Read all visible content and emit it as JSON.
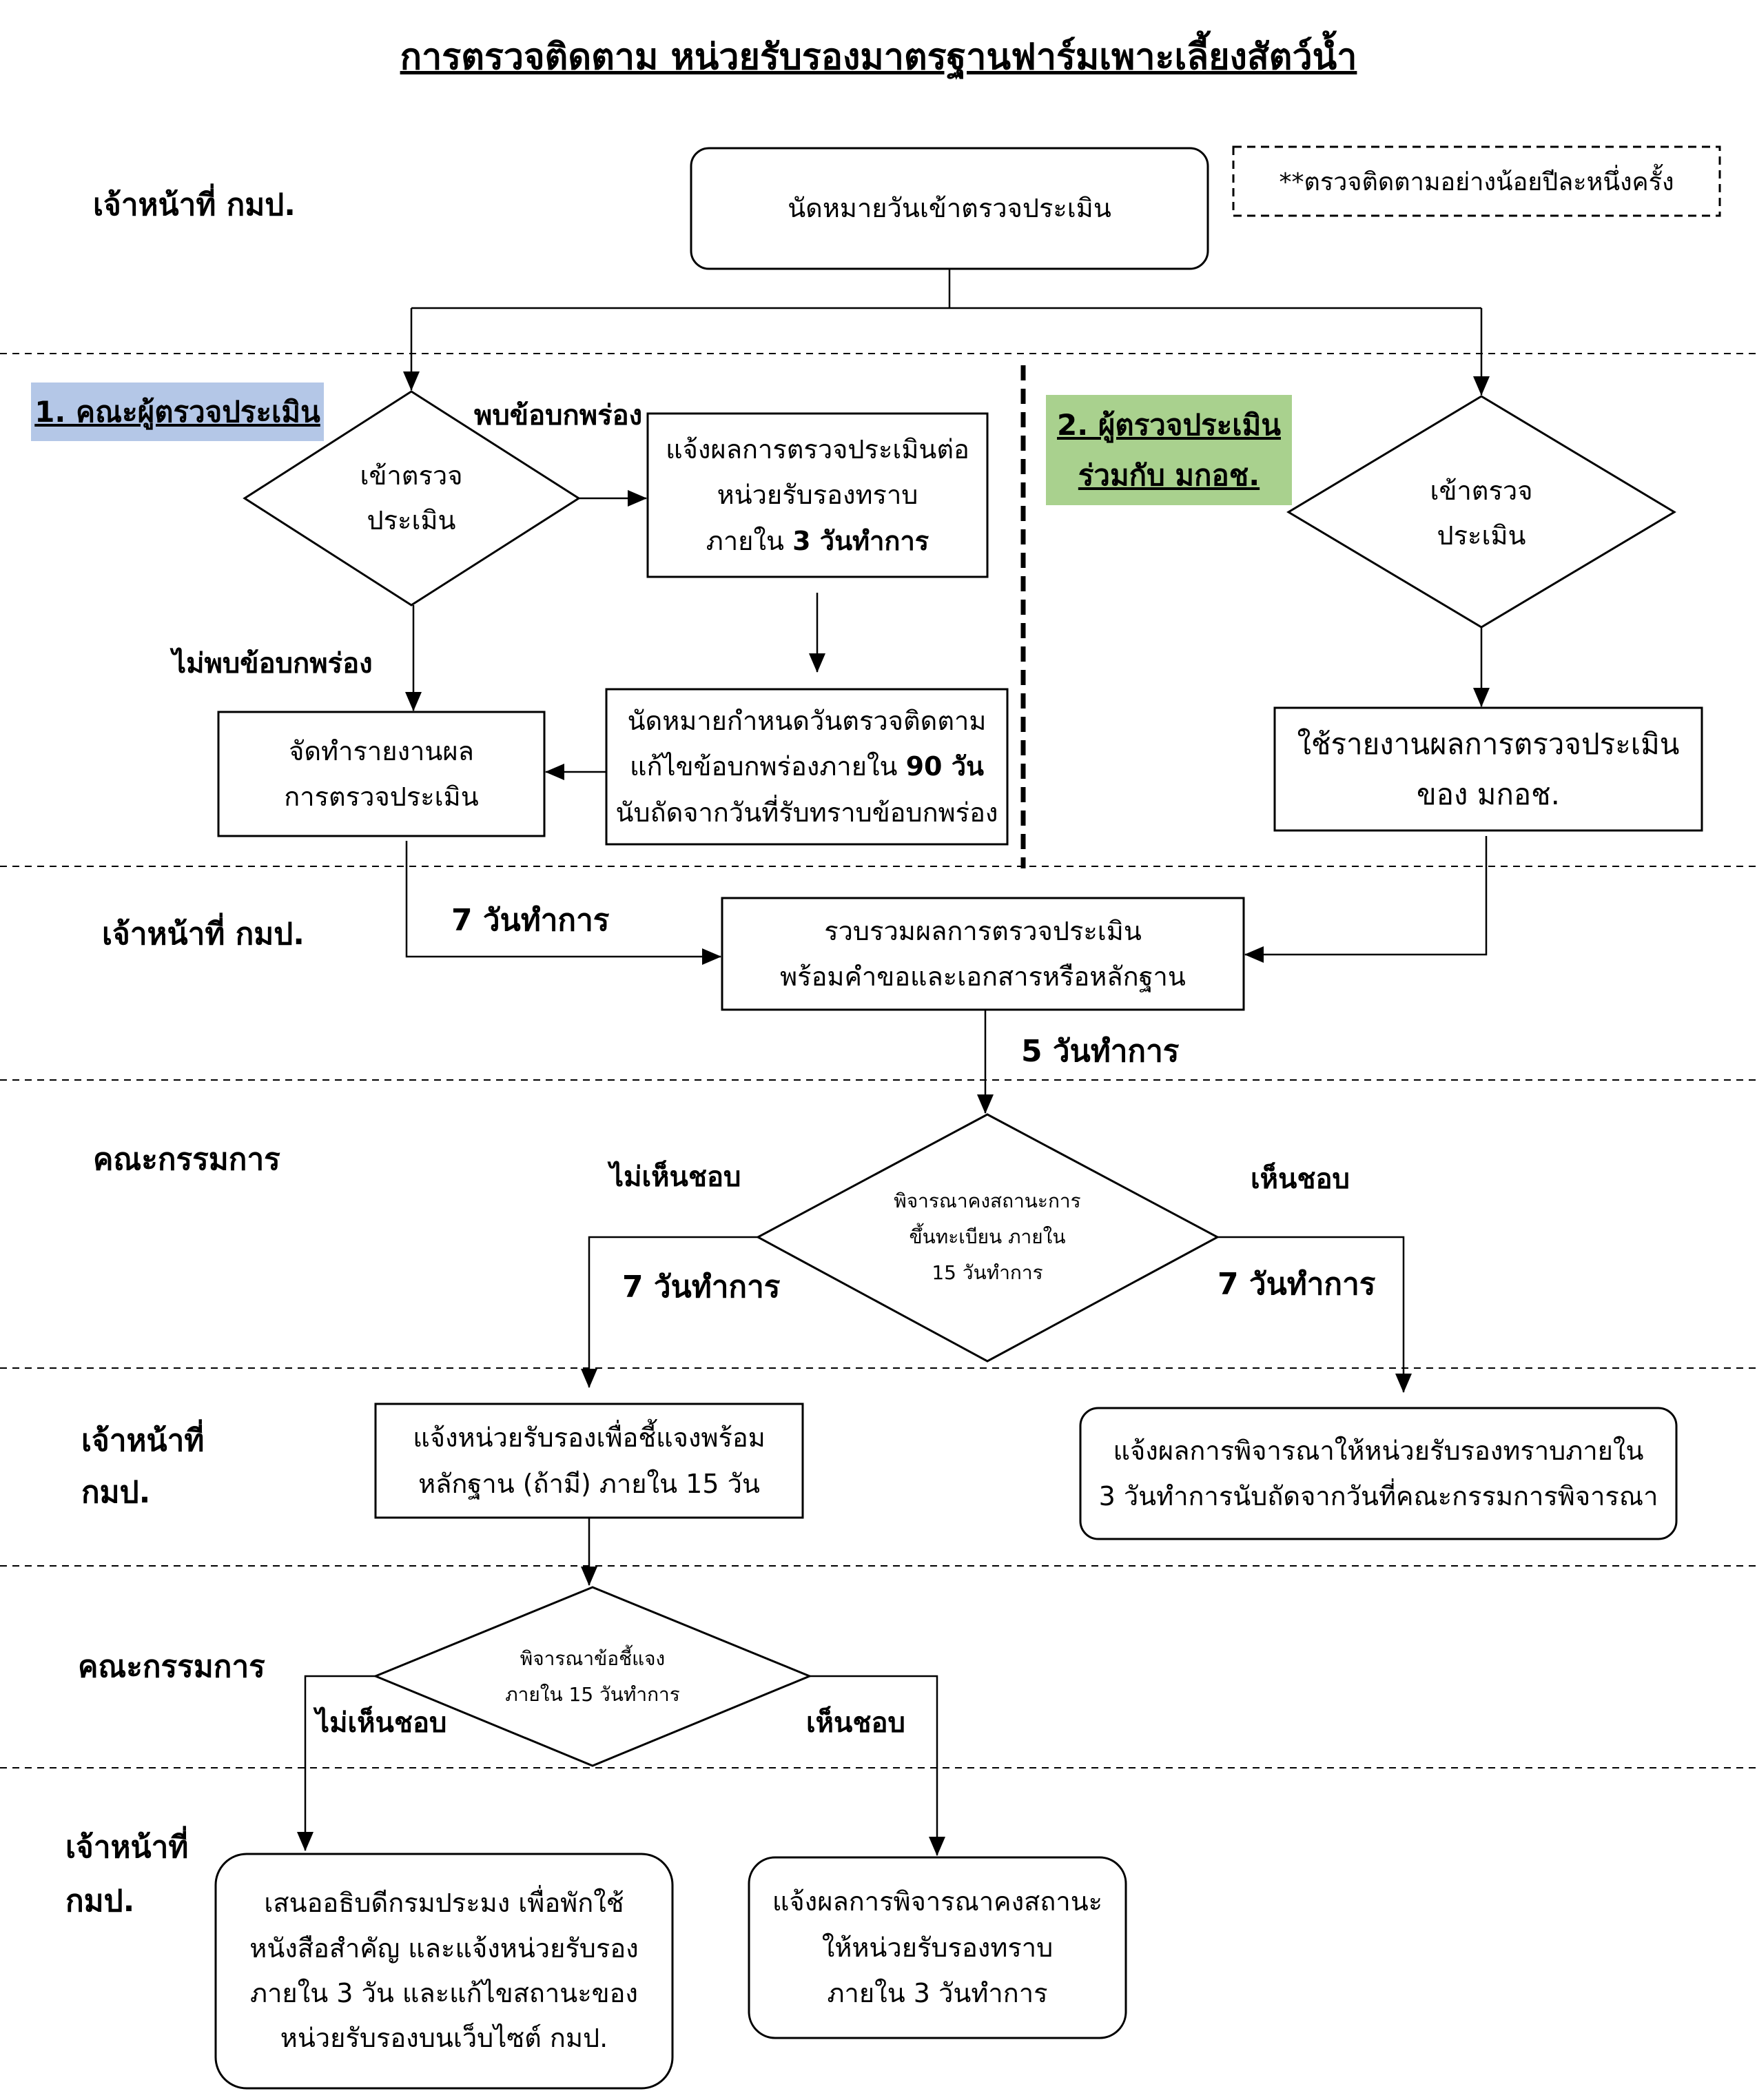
{
  "title": "การตรวจติดตาม หน่วยรับรองมาตรฐานฟาร์มเพาะเลี้ยงสัตว์น้ำ",
  "lanes": {
    "officer_1": "เจ้าหน้าที่ กมป.",
    "officer_2": "เจ้าหน้าที่ กมป.",
    "committee_1": "คณะกรรมการ",
    "officer_3_line1": "เจ้าหน้าที่",
    "officer_3_line2": "กมป.",
    "committee_2": "คณะกรรมการ",
    "officer_4_line1": "เจ้าหน้าที่",
    "officer_4_line2": "กมป."
  },
  "note": "**ตรวจติดตามอย่างน้อยปีละหนึ่งครั้ง",
  "tags": {
    "team1": "1. คณะผู้ตรวจประเมิน",
    "team2_line1": "2. ผู้ตรวจประเมิน",
    "team2_line2": "ร่วมกับ มกอช.",
    "team1_color": "#b4c7e7",
    "team2_color": "#a9d18e"
  },
  "nodes": {
    "appointment": "นัดหมายวันเข้าตรวจประเมิน",
    "inspect_left_line1": "เข้าตรวจ",
    "inspect_left_line2": "ประเมิน",
    "inspect_right_line1": "เข้าตรวจ",
    "inspect_right_line2": "ประเมิน",
    "notify_result_line1": "แจ้งผลการตรวจประเมินต่อ",
    "notify_result_line2": "หน่วยรับรองทราบ",
    "notify_result_line3_a": "ภายใน ",
    "notify_result_line3_b": "3 วันทำการ",
    "followup_line1": "นัดหมายกำหนดวันตรวจติดตาม",
    "followup_line2_a": "แก้ไขข้อบกพร่องภายใน ",
    "followup_line2_b": "90 วัน",
    "followup_line3": "นับถัดจากวันที่รับทราบข้อบกพร่อง",
    "report_line1": "จัดทำรายงานผล",
    "report_line2": "การตรวจประเมิน",
    "use_report_line1": "ใช้รายงานผลการตรวจประเมิน",
    "use_report_line2": "ของ มกอช.",
    "compile_line1": "รวบรวมผลการตรวจประเมิน",
    "compile_line2": "พร้อมคำขอและเอกสารหรือหลักฐาน",
    "consider_status_line1": "พิจารณาคงสถานะการ",
    "consider_status_line2": "ขึ้นทะเบียน ภายใน",
    "consider_status_line3": "15 วันทำการ",
    "notify_explain_line1": "แจ้งหน่วยรับรองเพื่อชี้แจงพร้อม",
    "notify_explain_line2": "หลักฐาน (ถ้ามี) ภายใน 15 วัน",
    "notify_consider_line1": "แจ้งผลการพิจารณาให้หน่วยรับรองทราบภายใน",
    "notify_consider_line2": "3 วันทำการนับถัดจากวันที่คณะกรรมการพิจารณา",
    "consider_explain_line1": "พิจารณาข้อชี้แจง",
    "consider_explain_line2": "ภายใน 15 วันทำการ",
    "suspend_line1": "เสนออธิบดีกรมประมง เพื่อพักใช้",
    "suspend_line2": "หนังสือสำคัญ และแจ้งหน่วยรับรอง",
    "suspend_line3": "ภายใน 3 วัน และแก้ไขสถานะของ",
    "suspend_line4": "หน่วยรับรองบนเว็บไซต์ กมป.",
    "keep_status_line1": "แจ้งผลการพิจารณาคงสถานะ",
    "keep_status_line2": "ให้หน่วยรับรองทราบ",
    "keep_status_line3": "ภายใน 3 วันทำการ"
  },
  "labels": {
    "found_defect": "พบข้อบกพร่อง",
    "no_defect": "ไม่พบข้อบกพร่อง",
    "seven_days_1": "7 วันทำการ",
    "five_days": "5 วันทำการ",
    "disagree_1": "ไม่เห็นชอบ",
    "agree_1": "เห็นชอบ",
    "seven_days_left": "7 วันทำการ",
    "seven_days_right": "7 วันทำการ",
    "disagree_2": "ไม่เห็นชอบ",
    "agree_2": "เห็นชอบ"
  }
}
